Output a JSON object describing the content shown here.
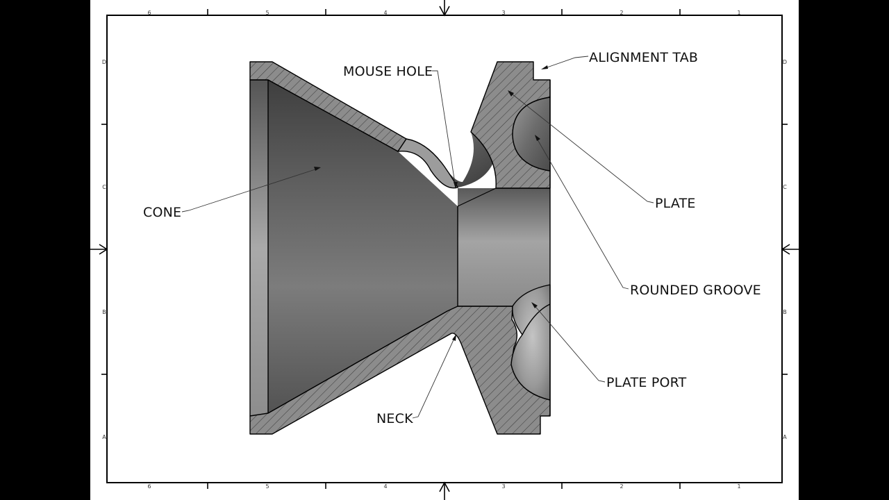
{
  "drawing": {
    "zone_columns": [
      "6",
      "5",
      "4",
      "3",
      "2",
      "1"
    ],
    "zone_rows": [
      "D",
      "C",
      "B",
      "A"
    ]
  },
  "callouts": {
    "alignment_tab": "ALIGNMENT TAB",
    "mouse_hole": "MOUSE HOLE",
    "cone": "CONE",
    "plate": "PLATE",
    "rounded_groove": "ROUNDED GROOVE",
    "plate_port": "PLATE PORT",
    "neck": "NECK"
  },
  "colors": {
    "background": "#000000",
    "sheet": "#ffffff",
    "section_fill": "#8a8a8a",
    "hatch": "#444444",
    "line": "#000000"
  }
}
